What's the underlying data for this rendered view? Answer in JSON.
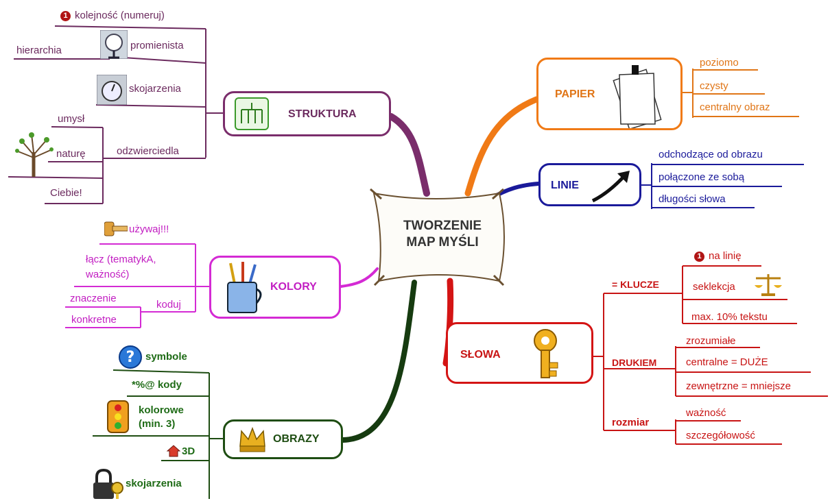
{
  "center": {
    "line1": "TWORZENIE",
    "line2": "MAP MYŚLI"
  },
  "struktura": {
    "label": "STRUKTURA",
    "items": {
      "kolejnosc": "kolejność (numeruj)",
      "kolejnosc_num": "1",
      "promienista": "promienista",
      "hierarchia": "hierarchia",
      "skojarzenia": "skojarzenia",
      "odzwierciedla": "odzwierciedla",
      "umysl": "umysł",
      "nature": "naturę",
      "ciebie": "Ciebie!"
    }
  },
  "kolory": {
    "label": "KOLORY",
    "items": {
      "uzywaj": "używaj!!!",
      "lacz_1": "łącz  (tematykA,",
      "lacz_2": "ważność)",
      "koduj": "koduj",
      "znaczenie": "znaczenie",
      "konkretne": "konkretne"
    }
  },
  "obrazy": {
    "label": "OBRAZY",
    "items": {
      "symbole": "symbole",
      "kody": "*%@  kody",
      "kolorowe_1": "kolorowe",
      "kolorowe_2": "(min. 3)",
      "trzy_d": "3D",
      "skojarzenia": "skojarzenia"
    }
  },
  "papier": {
    "label": "PAPIER",
    "items": {
      "poziomo": "poziomo",
      "czysty": "czysty",
      "centralny": "centralny obraz"
    }
  },
  "linie": {
    "label": "LINIE",
    "items": {
      "odchodzace": "odchodzące od obrazu",
      "polaczone": "połączone ze sobą",
      "dlugosci": "długości słowa"
    }
  },
  "slowa": {
    "label": "SŁOWA",
    "klucze": {
      "label": "= KLUCZE",
      "na_linie": "na linię",
      "na_linie_num": "1",
      "seklekcja": "seklekcja",
      "max": "max. 10% tekstu"
    },
    "drukiem": {
      "label": "DRUKIEM",
      "zrozumiale": "zrozumiałe",
      "centralne": "centralne = DUŻE",
      "zewnetrzne": "zewnętrzne = mniejsze"
    },
    "rozmiar": {
      "label": "rozmiar",
      "waznosc": "ważność",
      "szczegolowosc": "szczegółowość"
    }
  },
  "colors": {
    "struktura": "#6b2a5e",
    "papier": "#e07516",
    "linie": "#1a1a9a",
    "kolory": "#c21ec2",
    "obrazy": "#1e4d12",
    "slowa": "#c81414"
  },
  "icons": [
    "hierarchy-chart-icon",
    "globe-icon",
    "stopwatch-icon",
    "tree-icon",
    "hammer-icon",
    "pencil-cup-icon",
    "question-mark-icon",
    "traffic-light-icon",
    "house-icon",
    "padlock-key-icon",
    "crown-icon",
    "paper-sheets-icon",
    "arrow-icon",
    "scales-icon",
    "golden-key-icon"
  ]
}
